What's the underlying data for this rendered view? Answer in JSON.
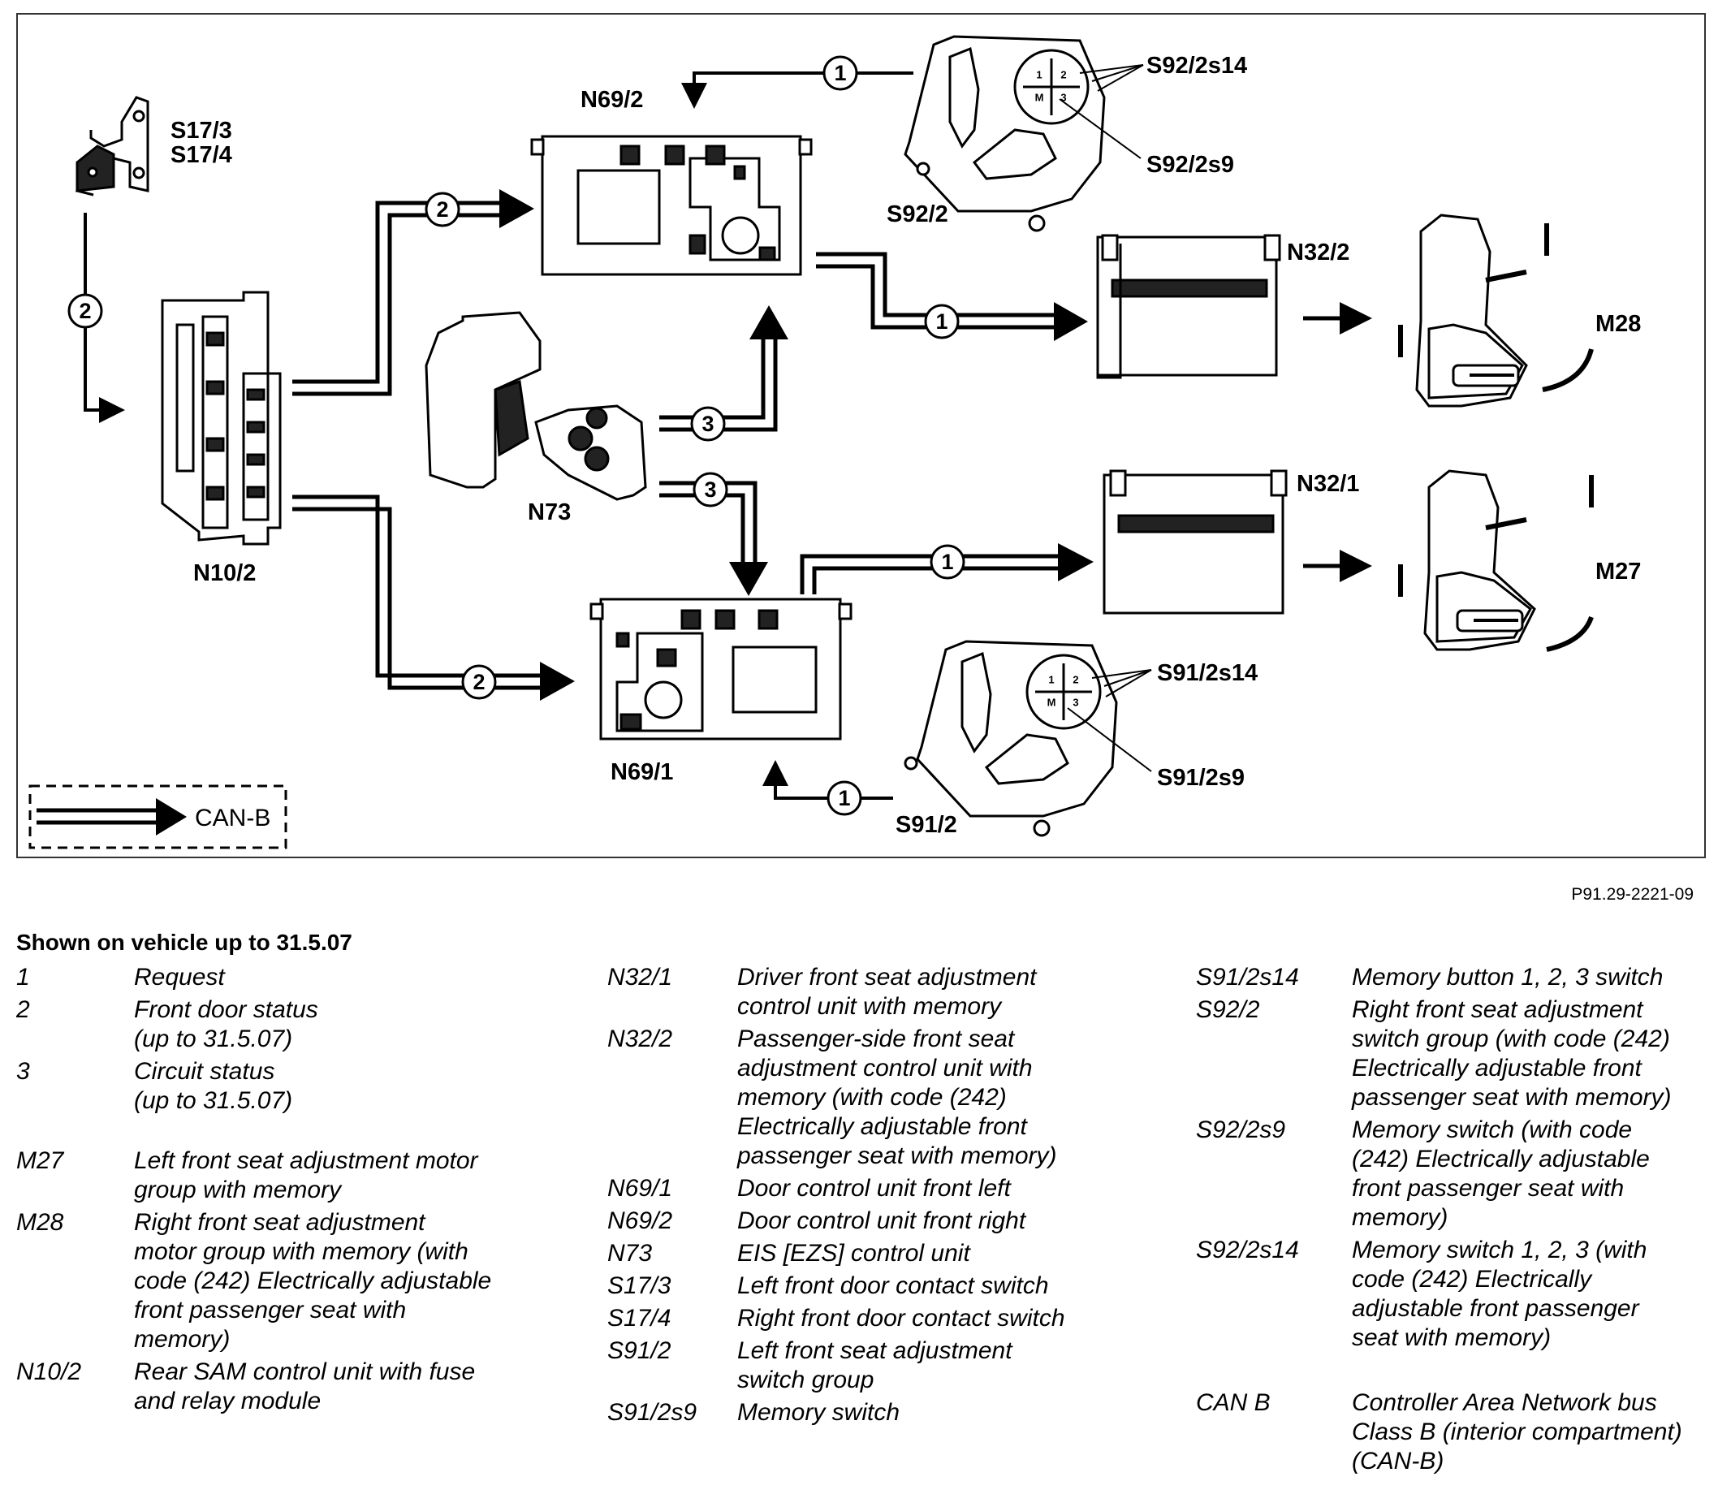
{
  "diagram": {
    "components": {
      "s17": "S17/3",
      "s17b": "S17/4",
      "n10_2": "N10/2",
      "n69_2": "N69/2",
      "n69_1": "N69/1",
      "n73": "N73",
      "s92_2": "S92/2",
      "s92_2s14": "S92/2s14",
      "s92_2s9": "S92/2s9",
      "s91_2": "S91/2",
      "s91_2s14": "S91/2s14",
      "s91_2s9": "S91/2s9",
      "n32_2": "N32/2",
      "n32_1": "N32/1",
      "m28": "M28",
      "m27": "M27"
    },
    "signal_numbers": {
      "one": "1",
      "two": "2",
      "three": "3"
    },
    "switch_keys": {
      "k1": "1",
      "k2": "2",
      "k3": "3",
      "km": "M"
    },
    "can_b_label": "CAN-B"
  },
  "reference_code": "P91.29-2221-09",
  "legend": {
    "title": "Shown on vehicle up to 31.5.07",
    "col1": [
      {
        "code": "1",
        "desc": "Request"
      },
      {
        "code": "2",
        "desc": "Front door status\n (up to 31.5.07)"
      },
      {
        "code": "3",
        "desc": "Circuit status\n(up to 31.5.07)"
      },
      {
        "code": "M27",
        "desc": "Left front seat adjustment motor\ngroup with memory"
      },
      {
        "code": "M28",
        "desc": "Right front seat adjustment\nmotor group with memory (with\ncode (242) Electrically adjustable\nfront passenger seat with\nmemory)"
      },
      {
        "code": "N10/2",
        "desc": "Rear SAM control unit with fuse\nand relay module"
      }
    ],
    "col2": [
      {
        "code": "N32/1",
        "desc": "Driver front seat adjustment\ncontrol unit with memory"
      },
      {
        "code": "N32/2",
        "desc": "Passenger-side front seat\nadjustment control unit with\nmemory (with code (242)\nElectrically adjustable front\npassenger seat with memory)"
      },
      {
        "code": "N69/1",
        "desc": "Door control unit front left"
      },
      {
        "code": "N69/2",
        "desc": "Door control unit front right"
      },
      {
        "code": "N73",
        "desc": "EIS [EZS] control unit"
      },
      {
        "code": "S17/3",
        "desc": "Left front door contact switch"
      },
      {
        "code": "S17/4",
        "desc": "Right front door contact switch"
      },
      {
        "code": "S91/2",
        "desc": "Left front seat adjustment\nswitch group"
      },
      {
        "code": "S91/2s9",
        "desc": "Memory switch"
      }
    ],
    "col3": [
      {
        "code": "S91/2s14",
        "desc": "Memory button 1, 2, 3 switch"
      },
      {
        "code": "S92/2",
        "desc": "Right front seat adjustment\nswitch group (with code (242)\nElectrically adjustable front\npassenger seat with memory)"
      },
      {
        "code": "S92/2s9",
        "desc": "Memory switch (with code\n(242) Electrically adjustable\nfront passenger seat with\nmemory)"
      },
      {
        "code": "S92/2s14",
        "desc": "Memory switch 1, 2, 3 (with\ncode (242) Electrically\nadjustable front passenger\nseat with memory)"
      },
      {
        "code": "CAN B",
        "desc": "Controller Area Network bus\nClass B (interior compartment)\n(CAN-B)"
      }
    ]
  }
}
